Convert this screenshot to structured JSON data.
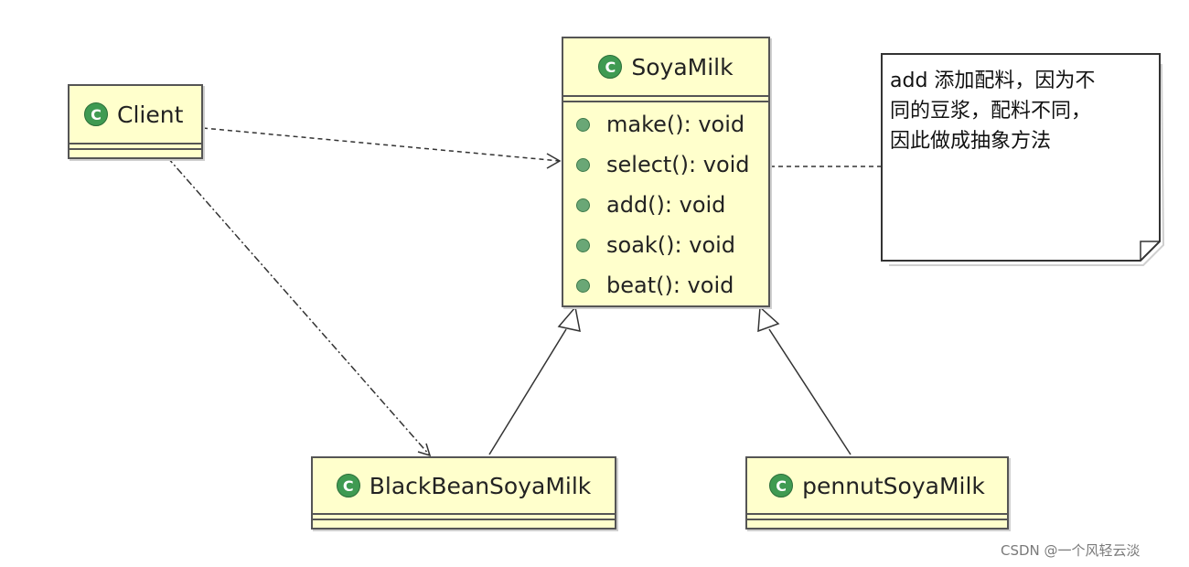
{
  "classes": {
    "client": {
      "name": "Client",
      "icon": "class-icon"
    },
    "soyamilk": {
      "name": "SoyaMilk",
      "icon": "class-icon",
      "methods": [
        "make(): void",
        "select(): void",
        "add(): void",
        "soak(): void",
        "beat(): void"
      ]
    },
    "blackbean": {
      "name": "BlackBeanSoyaMilk",
      "icon": "class-icon"
    },
    "pennut": {
      "name": "pennutSoyaMilk",
      "icon": "class-icon"
    }
  },
  "note": {
    "text": "add 添加配料，因为不\n同的豆浆，配料不同，\n因此做成抽象方法"
  },
  "watermark": "CSDN @一个风轻云淡",
  "colors": {
    "class_fill": "#ffffcc",
    "icon_green": "#3f9a52",
    "border": "#555555"
  }
}
